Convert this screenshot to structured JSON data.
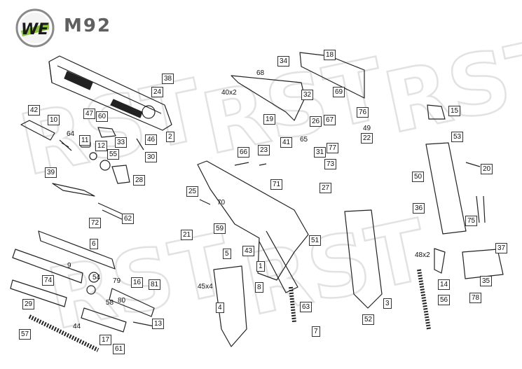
{
  "header": {
    "logo_text": "WE",
    "model": "M92",
    "brand_colors": {
      "ring": "#7a7a7a",
      "green": "#8cc63f",
      "letters": "#1a1a1a"
    }
  },
  "watermark_text": "RST",
  "parts": [
    {
      "n": "1"
    },
    {
      "n": "2"
    },
    {
      "n": "3"
    },
    {
      "n": "4"
    },
    {
      "n": "5"
    },
    {
      "n": "6"
    },
    {
      "n": "7"
    },
    {
      "n": "8"
    },
    {
      "n": "9"
    },
    {
      "n": "10"
    },
    {
      "n": "11"
    },
    {
      "n": "12"
    },
    {
      "n": "13"
    },
    {
      "n": "14"
    },
    {
      "n": "15"
    },
    {
      "n": "16"
    },
    {
      "n": "17"
    },
    {
      "n": "18"
    },
    {
      "n": "19"
    },
    {
      "n": "20"
    },
    {
      "n": "21"
    },
    {
      "n": "22"
    },
    {
      "n": "23"
    },
    {
      "n": "24"
    },
    {
      "n": "25"
    },
    {
      "n": "26"
    },
    {
      "n": "27"
    },
    {
      "n": "28"
    },
    {
      "n": "29"
    },
    {
      "n": "30"
    },
    {
      "n": "31"
    },
    {
      "n": "32"
    },
    {
      "n": "33"
    },
    {
      "n": "34"
    },
    {
      "n": "35"
    },
    {
      "n": "36"
    },
    {
      "n": "37"
    },
    {
      "n": "38"
    },
    {
      "n": "39"
    },
    {
      "n": "40",
      "qty": "x2"
    },
    {
      "n": "41"
    },
    {
      "n": "42"
    },
    {
      "n": "43"
    },
    {
      "n": "44"
    },
    {
      "n": "45",
      "qty": "x4"
    },
    {
      "n": "46"
    },
    {
      "n": "47"
    },
    {
      "n": "48",
      "qty": "x2"
    },
    {
      "n": "49"
    },
    {
      "n": "50"
    },
    {
      "n": "51"
    },
    {
      "n": "52"
    },
    {
      "n": "53"
    },
    {
      "n": "54"
    },
    {
      "n": "55"
    },
    {
      "n": "56"
    },
    {
      "n": "57"
    },
    {
      "n": "58"
    },
    {
      "n": "59"
    },
    {
      "n": "60"
    },
    {
      "n": "61"
    },
    {
      "n": "62"
    },
    {
      "n": "63"
    },
    {
      "n": "64"
    },
    {
      "n": "65"
    },
    {
      "n": "66"
    },
    {
      "n": "67"
    },
    {
      "n": "68"
    },
    {
      "n": "69"
    },
    {
      "n": "70"
    },
    {
      "n": "71"
    },
    {
      "n": "72"
    },
    {
      "n": "73"
    },
    {
      "n": "74"
    },
    {
      "n": "75"
    },
    {
      "n": "76"
    },
    {
      "n": "77"
    },
    {
      "n": "78"
    },
    {
      "n": "79"
    },
    {
      "n": "80"
    },
    {
      "n": "81"
    }
  ]
}
